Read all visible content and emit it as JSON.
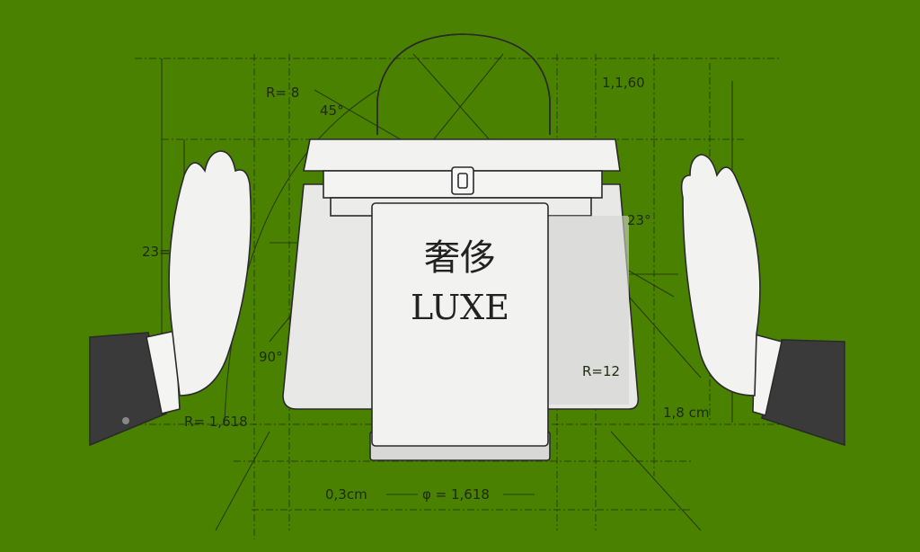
{
  "colors": {
    "background": "#4a8200",
    "paper": "#f2f2f0",
    "ink": "#2a2a2a"
  },
  "book": {
    "title_cn": "奢侈",
    "title_fr": "LUXE"
  },
  "annotations": {
    "r8": "R= 8",
    "angle45": "45°",
    "top_dim": "1,1,60",
    "height23": "23=",
    "angle23": "23°",
    "angle90": "90°",
    "r12": "R=12",
    "r1618": "R= 1,618",
    "dim18": "1,8 cm",
    "dim03": "0,3cm",
    "phi": "φ = 1,618"
  }
}
